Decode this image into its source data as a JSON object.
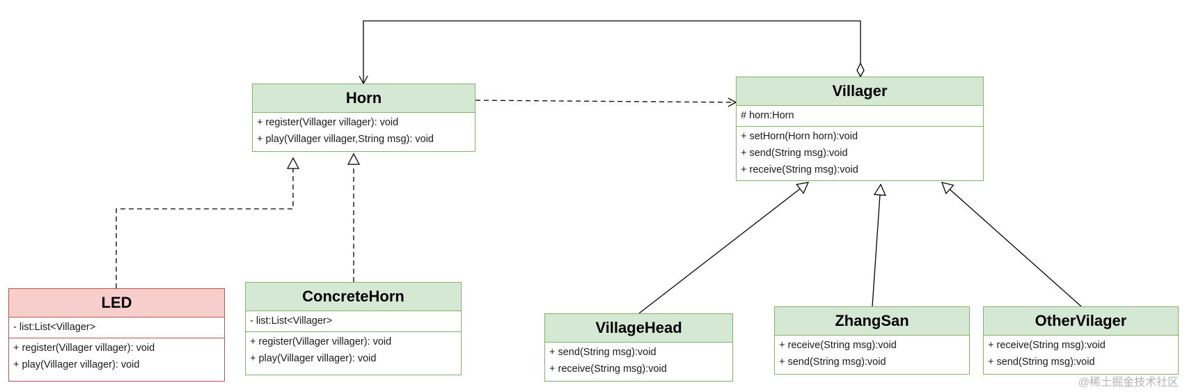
{
  "classes": {
    "horn": {
      "name": "Horn",
      "attributes": [],
      "operations": [
        "+ register(Villager villager): void",
        "+ play(Villager villager,String msg): void"
      ]
    },
    "villager": {
      "name": "Villager",
      "attributes": [
        "# horn:Horn"
      ],
      "operations": [
        "+ setHorn(Horn horn):void",
        "+ send(String msg):void",
        "+ receive(String msg):void"
      ]
    },
    "led": {
      "name": "LED",
      "attributes": [
        "- list:List<Villager>"
      ],
      "operations": [
        "+ register(Villager villager): void",
        "+ play(Villager villager): void"
      ]
    },
    "concrete_horn": {
      "name": "ConcreteHorn",
      "attributes": [
        "- list:List<Villager>"
      ],
      "operations": [
        "+ register(Villager villager): void",
        "+ play(Villager villager): void"
      ]
    },
    "village_head": {
      "name": "VillageHead",
      "operations": [
        "+ send(String msg):void",
        "+ receive(String msg):void"
      ]
    },
    "zhang_san": {
      "name": "ZhangSan",
      "operations": [
        "+ receive(String msg):void",
        "+ send(String msg):void"
      ]
    },
    "other_vilager": {
      "name": "OtherVilager",
      "operations": [
        "+ receive(String msg):void",
        "+ send(String msg):void"
      ]
    }
  },
  "relationships": [
    {
      "from": "Villager",
      "to": "Horn",
      "type": "aggregation"
    },
    {
      "from": "Horn",
      "to": "Villager",
      "type": "dependency"
    },
    {
      "from": "LED",
      "to": "Horn",
      "type": "realization"
    },
    {
      "from": "ConcreteHorn",
      "to": "Horn",
      "type": "realization"
    },
    {
      "from": "VillageHead",
      "to": "Villager",
      "type": "generalization"
    },
    {
      "from": "ZhangSan",
      "to": "Villager",
      "type": "generalization"
    },
    {
      "from": "OtherVilager",
      "to": "Villager",
      "type": "generalization"
    }
  ],
  "colors": {
    "green_fill": "#d5e8d4",
    "green_border": "#82b366",
    "red_fill": "#f8cecc",
    "red_border": "#b85450"
  },
  "watermark": "@稀土掘金技术社区"
}
